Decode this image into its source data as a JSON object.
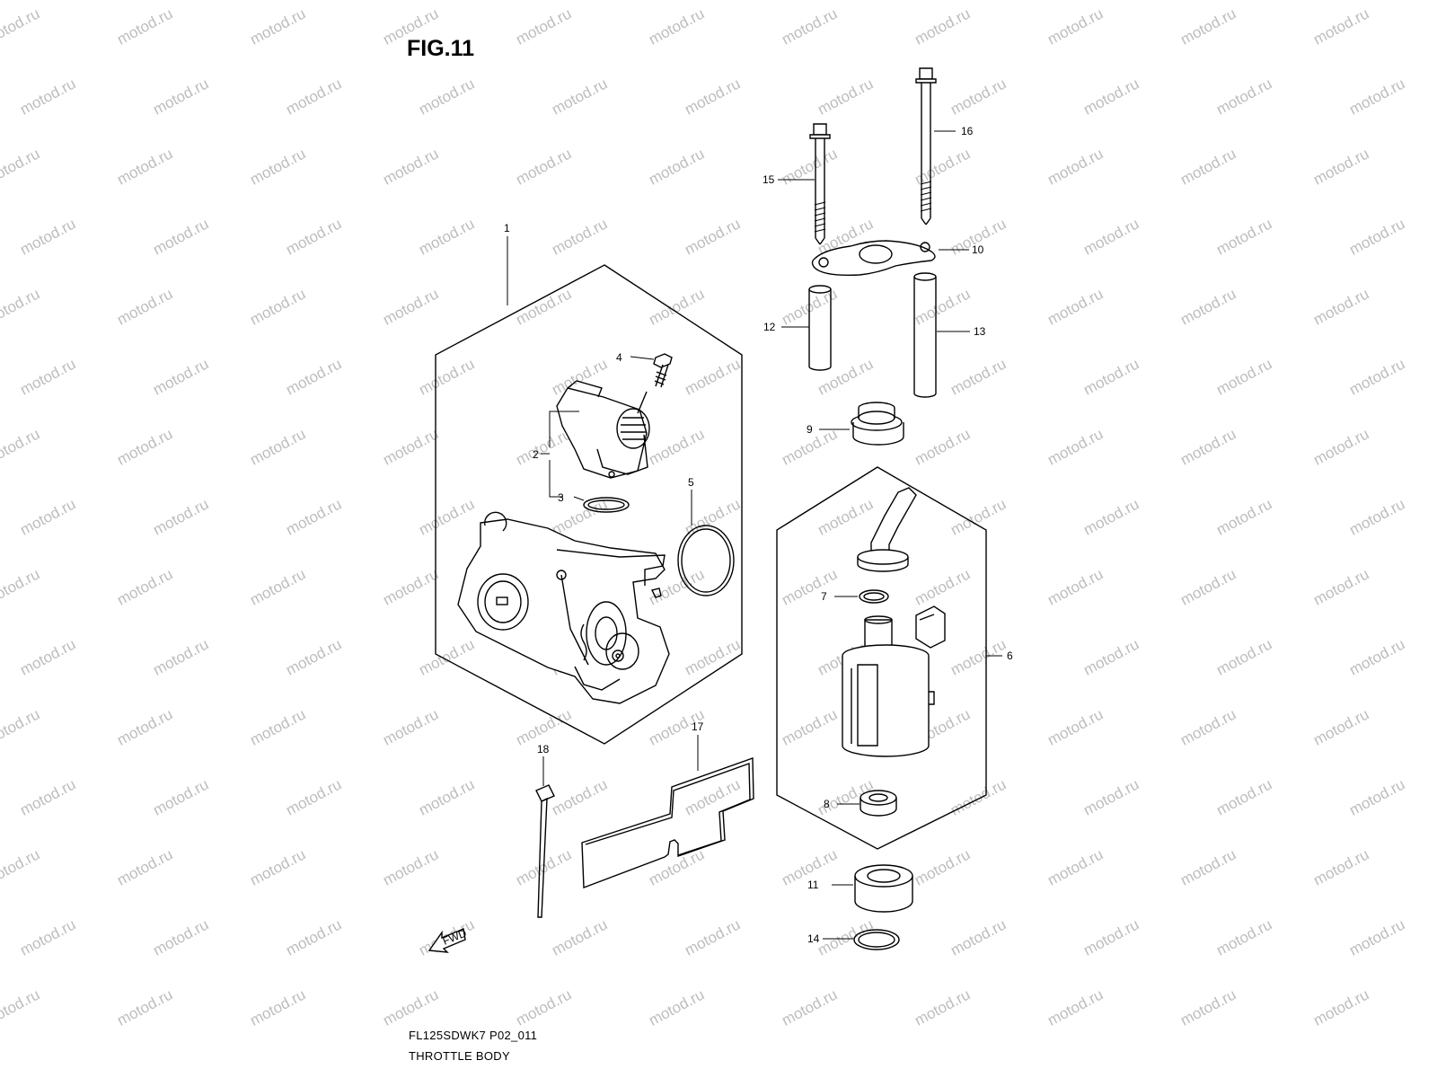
{
  "figure": {
    "title": "FIG.11",
    "code": "FL125SDWK7 P02_011",
    "caption": "THROTTLE BODY",
    "fwd_label": "FWD"
  },
  "watermark": "motod.ru",
  "callouts": {
    "c1": "1",
    "c2": "2",
    "c3": "3",
    "c4": "4",
    "c5": "5",
    "c6": "6",
    "c7": "7",
    "c8": "8",
    "c9": "9",
    "c10": "10",
    "c11": "11",
    "c12": "12",
    "c13": "13",
    "c14": "14",
    "c15": "15",
    "c16": "16",
    "c17": "17",
    "c18": "18"
  }
}
